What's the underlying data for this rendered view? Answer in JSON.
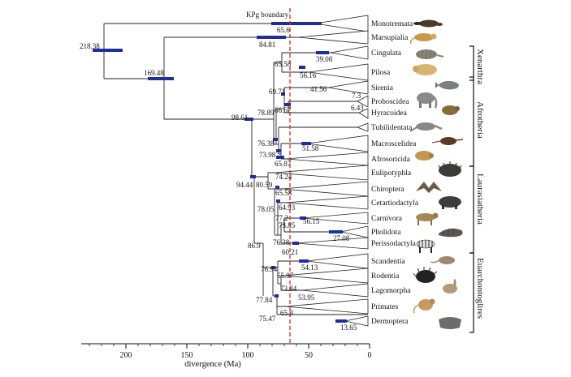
{
  "kpg_label": "KPg boundary",
  "axis": {
    "title": "divergence (Ma)",
    "ticks": [
      {
        "value": 200,
        "label": "200"
      },
      {
        "value": 150,
        "label": "150"
      },
      {
        "value": 100,
        "label": "100"
      },
      {
        "value": 50,
        "label": "50"
      },
      {
        "value": 0,
        "label": "0"
      }
    ]
  },
  "taxa": [
    "Monotremata",
    "Marsupialia",
    "Cingulata",
    "Pilosa",
    "Sirenia",
    "Proboscidea",
    "Hyracoidea",
    "Tubilidentata",
    "Macroscelidea",
    "Afrosoricida",
    "Eulipotyphla",
    "Chiroptera",
    "Cetartiodactyla",
    "Carnivora",
    "Pholidota",
    "Perissodactyla",
    "Scandentia",
    "Rodentia",
    "Lagomorpha",
    "Primates",
    "Dermoptera"
  ],
  "node_ages": [
    "218.38",
    "169.48",
    "98.61",
    "94.44",
    "86.9",
    "84.81",
    "80.59",
    "78.89",
    "78.05",
    "77.84",
    "77.2",
    "76.94",
    "76.38",
    "76.38",
    "75.47",
    "74.24",
    "73.98",
    "73.85",
    "73.84",
    "69.71",
    "66.67",
    "65.97",
    "65.9",
    "65.87",
    "65.6",
    "65.58",
    "65.58",
    "64.93",
    "60.21",
    "56.16",
    "56.15",
    "54.13",
    "53.95",
    "51.58",
    "41.56",
    "39.08",
    "27.08",
    "13.65",
    "7.3",
    "6.43"
  ],
  "groups": [
    "Xenarthra",
    "Afrotheria",
    "Laurasiatheria",
    "Euarchontoglires"
  ],
  "icons": [
    "platypus-icon",
    "opossum-icon",
    "armadillo-icon",
    "sloth-icon",
    "manatee-icon",
    "elephant-icon",
    "hyrax-icon",
    "aardvark-icon",
    "elephant-shrew-icon",
    "tenrec-icon",
    "hedgehog-icon",
    "bat-icon",
    "hippo-icon",
    "hyena-icon",
    "pangolin-icon",
    "zebra-icon",
    "treeshrew-icon",
    "porcupine-icon",
    "rabbit-icon",
    "monkey-icon",
    "colugo-icon"
  ],
  "colors": {
    "kpg_line": "#d9261c",
    "ci_bar": "#1e2f9c",
    "tree": "#222222"
  }
}
